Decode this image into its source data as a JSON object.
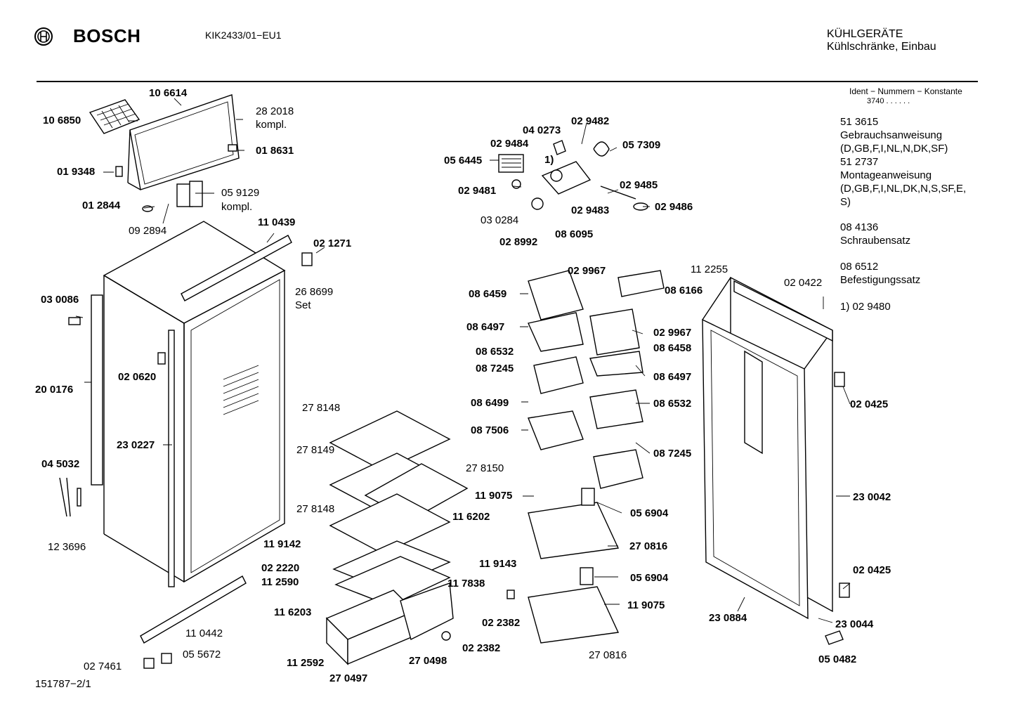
{
  "header": {
    "brand": "BOSCH",
    "model": "KIK2433/01−EU1",
    "category_line1": "KÜHLGERÄTE",
    "category_line2": "Kühlschränke, Einbau"
  },
  "side_info": {
    "ident_header": "Ident − Nummern − Konstante",
    "konstante": "3740 . .   . . . .",
    "lines": [
      "51 3615",
      "Gebrauchsanweisung",
      "(D,GB,F,I,NL,N,DK,SF)",
      "51 2737",
      "Montageanweisung",
      "(D,GB,F,I,NL,DK,N,S,SF,E,",
      "S)",
      "08 4136",
      "Schraubensatz",
      "08 6512",
      "Befestigungssatz",
      "1)  02 9480"
    ]
  },
  "footer": {
    "drawing_number": "151787−2/1"
  },
  "labels": [
    {
      "text": "10 6614",
      "bold": true
    },
    {
      "text": "10 6850",
      "bold": true
    },
    {
      "text": "28 2018",
      "bold": false
    },
    {
      "text": "kompl.",
      "bold": false
    },
    {
      "text": "01 8631",
      "bold": true
    },
    {
      "text": "01 9348",
      "bold": true
    },
    {
      "text": "05 9129",
      "bold": false
    },
    {
      "text": "kompl.",
      "bold": false
    },
    {
      "text": "01 2844",
      "bold": true
    },
    {
      "text": "09 2894",
      "bold": false
    },
    {
      "text": "11 0439",
      "bold": true
    },
    {
      "text": "02 1271",
      "bold": true
    },
    {
      "text": "26 8699",
      "bold": false
    },
    {
      "text": "Set",
      "bold": false
    },
    {
      "text": "03 0086",
      "bold": true
    },
    {
      "text": "02 0620",
      "bold": true
    },
    {
      "text": "20 0176",
      "bold": true
    },
    {
      "text": "23 0227",
      "bold": true
    },
    {
      "text": "04 5032",
      "bold": true
    },
    {
      "text": "12 3696",
      "bold": false
    },
    {
      "text": "11 0442",
      "bold": false
    },
    {
      "text": "02 7461",
      "bold": false
    },
    {
      "text": "05 5672",
      "bold": false
    },
    {
      "text": "04 0273",
      "bold": true
    },
    {
      "text": "02 9482",
      "bold": true
    },
    {
      "text": "02 9484",
      "bold": true
    },
    {
      "text": "05 7309",
      "bold": true
    },
    {
      "text": "05 6445",
      "bold": true
    },
    {
      "text": "1)",
      "bold": true
    },
    {
      "text": "02 9481",
      "bold": true
    },
    {
      "text": "02 9485",
      "bold": true
    },
    {
      "text": "02 9483",
      "bold": true
    },
    {
      "text": "02 9486",
      "bold": true
    },
    {
      "text": "03 0284",
      "bold": false
    },
    {
      "text": "02 8992",
      "bold": true
    },
    {
      "text": "08 6095",
      "bold": true
    },
    {
      "text": "02 9967",
      "bold": true
    },
    {
      "text": "11 2255",
      "bold": false
    },
    {
      "text": "02 0422",
      "bold": false
    },
    {
      "text": "08 6166",
      "bold": true
    },
    {
      "text": "08 6459",
      "bold": true
    },
    {
      "text": "08 6497",
      "bold": true
    },
    {
      "text": "02 9967",
      "bold": true
    },
    {
      "text": "08 6458",
      "bold": true
    },
    {
      "text": "08 6532",
      "bold": true
    },
    {
      "text": "08 7245",
      "bold": true
    },
    {
      "text": "08 6497",
      "bold": true
    },
    {
      "text": "02 0425",
      "bold": true
    },
    {
      "text": "08 6499",
      "bold": true
    },
    {
      "text": "08 6532",
      "bold": true
    },
    {
      "text": "08 7506",
      "bold": true
    },
    {
      "text": "08 7245",
      "bold": true
    },
    {
      "text": "27 8148",
      "bold": false
    },
    {
      "text": "27 8149",
      "bold": false
    },
    {
      "text": "27 8150",
      "bold": false
    },
    {
      "text": "27 8148",
      "bold": false
    },
    {
      "text": "11 6202",
      "bold": true
    },
    {
      "text": "11 9142",
      "bold": true
    },
    {
      "text": "11 9143",
      "bold": true
    },
    {
      "text": "02 2220",
      "bold": true
    },
    {
      "text": "11 2590",
      "bold": true
    },
    {
      "text": "11 7838",
      "bold": true
    },
    {
      "text": "11 6203",
      "bold": true
    },
    {
      "text": "11 2592",
      "bold": true
    },
    {
      "text": "27 0497",
      "bold": true
    },
    {
      "text": "27 0498",
      "bold": true
    },
    {
      "text": "02 2382",
      "bold": true
    },
    {
      "text": "02 2382",
      "bold": true
    },
    {
      "text": "11 9075",
      "bold": true
    },
    {
      "text": "05 6904",
      "bold": true
    },
    {
      "text": "27 0816",
      "bold": true
    },
    {
      "text": "05 6904",
      "bold": true
    },
    {
      "text": "11 9075",
      "bold": true
    },
    {
      "text": "27 0816",
      "bold": false
    },
    {
      "text": "23 0042",
      "bold": true
    },
    {
      "text": "02 0425",
      "bold": true
    },
    {
      "text": "23 0884",
      "bold": true
    },
    {
      "text": "23 0044",
      "bold": true
    },
    {
      "text": "05 0482",
      "bold": true
    }
  ]
}
